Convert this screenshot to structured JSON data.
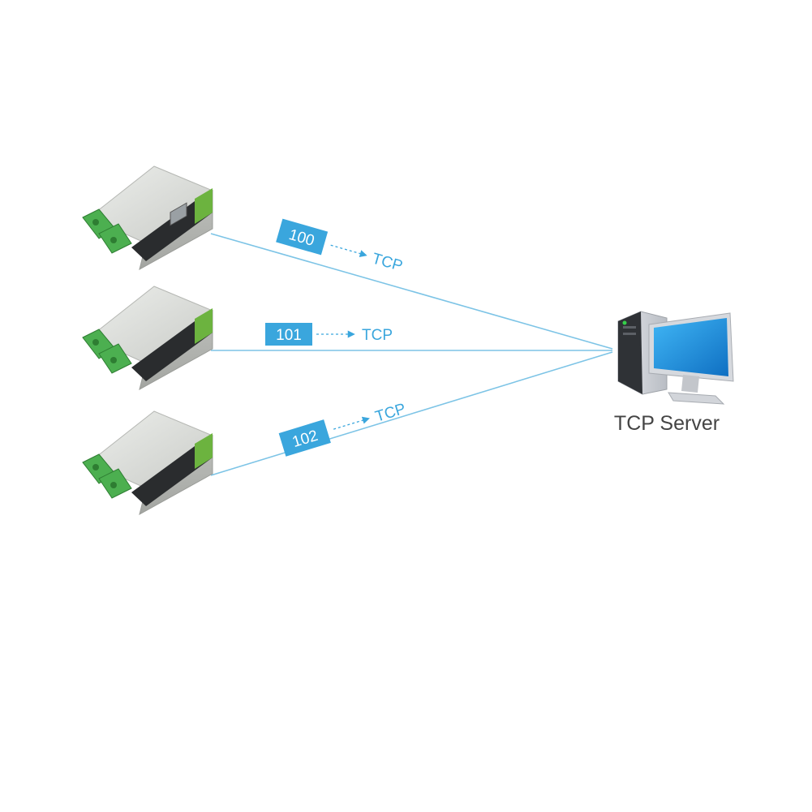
{
  "server": {
    "label": "TCP Server"
  },
  "connections": [
    {
      "id_badge": "100",
      "protocol": "TCP"
    },
    {
      "id_badge": "101",
      "protocol": "TCP"
    },
    {
      "id_badge": "102",
      "protocol": "TCP"
    }
  ],
  "colors": {
    "line": "#7dc4e6",
    "badge_fill": "#3aa6dd",
    "badge_text": "#ffffff",
    "protocol_text": "#3aa6dd",
    "server_label": "#444444",
    "device_body": "#d8d9d6",
    "device_face": "#2a2c2e",
    "terminal_green": "#4caf50",
    "monitor_screen": "#1d8fe0"
  }
}
